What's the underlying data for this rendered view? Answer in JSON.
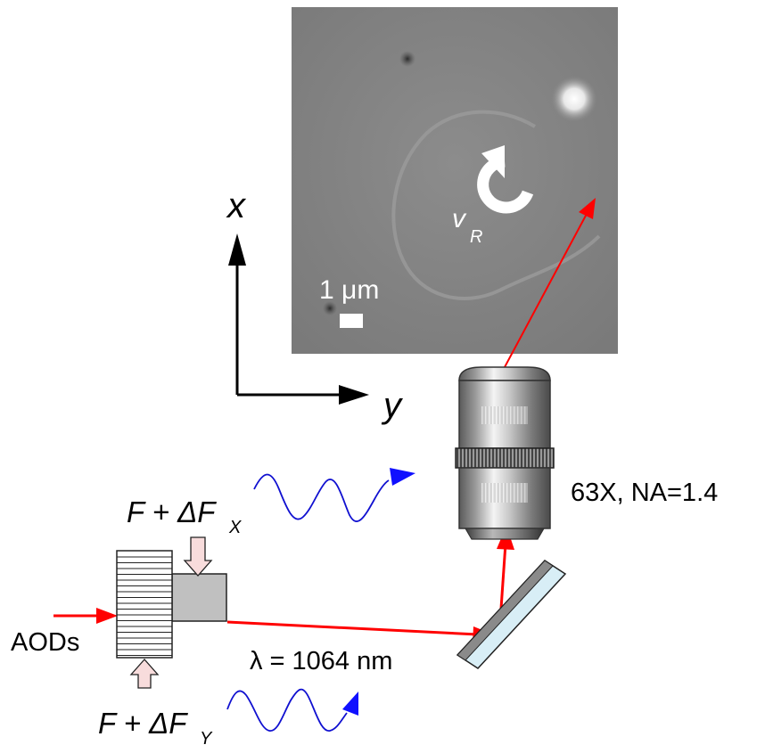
{
  "labels": {
    "axis_x": "x",
    "axis_y": "y",
    "scale_bar_prefix": "1 ",
    "scale_bar_unit": "μm",
    "rotation_symbol": "v",
    "rotation_subscript": "R",
    "objective": "63X, NA=1.4",
    "aods": "AODs",
    "wavelength": "λ = 1064 nm",
    "fx_main": "F + ΔF",
    "fx_sub": "X",
    "fy_main": "F + ΔF",
    "fy_sub": "Y"
  },
  "colors": {
    "laser": "#ff0000",
    "rf_wave": "#1010d0",
    "rf_arrowhead": "#1010ff",
    "force_arrow_fill": "#f8dcdc",
    "micrograph_bg": "#858585",
    "mirror_glass": "#d8eef6"
  }
}
